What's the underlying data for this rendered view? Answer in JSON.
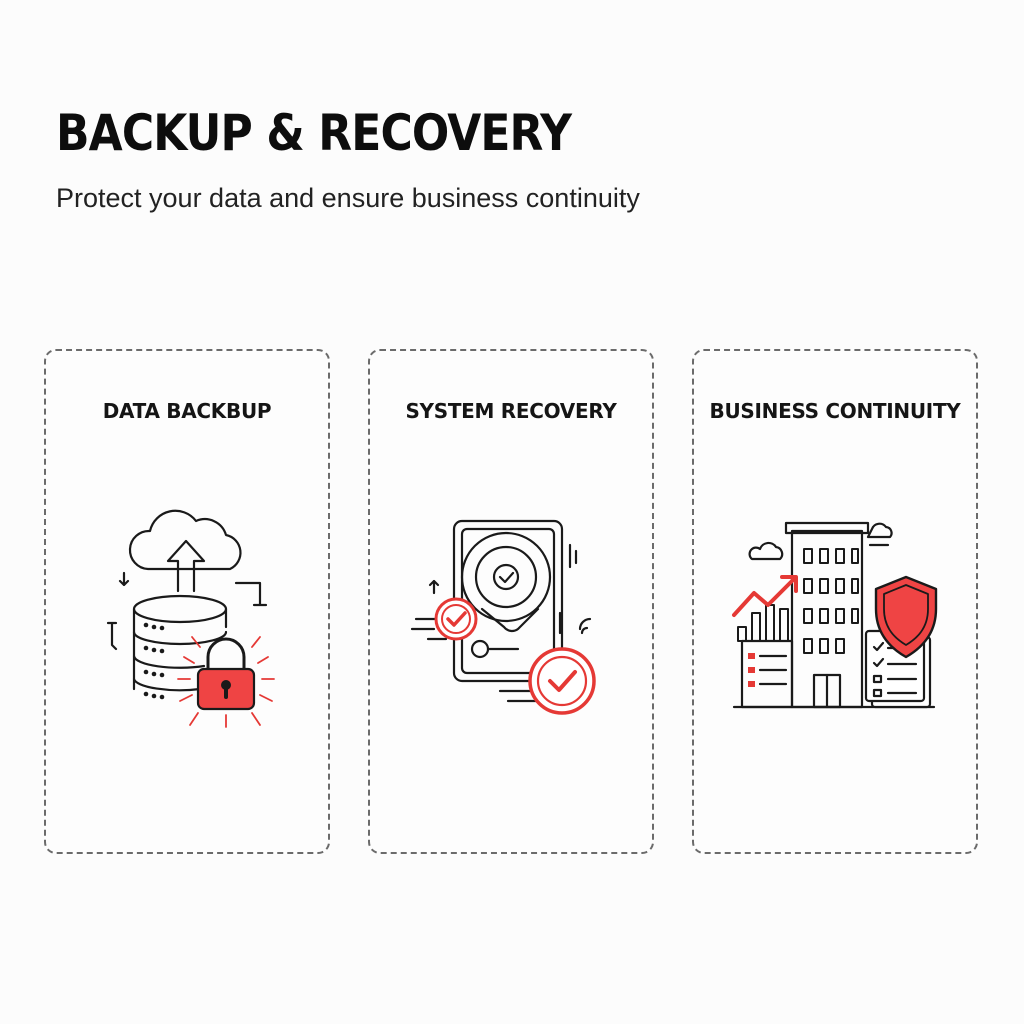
{
  "header": {
    "title": "BACKUP & RECOVERY",
    "subtitle": "Protect your data and ensure business continuity"
  },
  "cards": [
    {
      "title": "DATA BACKBUP",
      "icon": "database-cloud-lock-icon"
    },
    {
      "title": "SYSTEM RECOVERY",
      "icon": "hard-drive-check-icon"
    },
    {
      "title": "BUSINESS CONTINUITY",
      "icon": "building-shield-icon"
    }
  ],
  "colors": {
    "accent": "#e53935",
    "accent_fill": "#ef4444",
    "ink": "#111111",
    "border": "#6b6b6b"
  }
}
